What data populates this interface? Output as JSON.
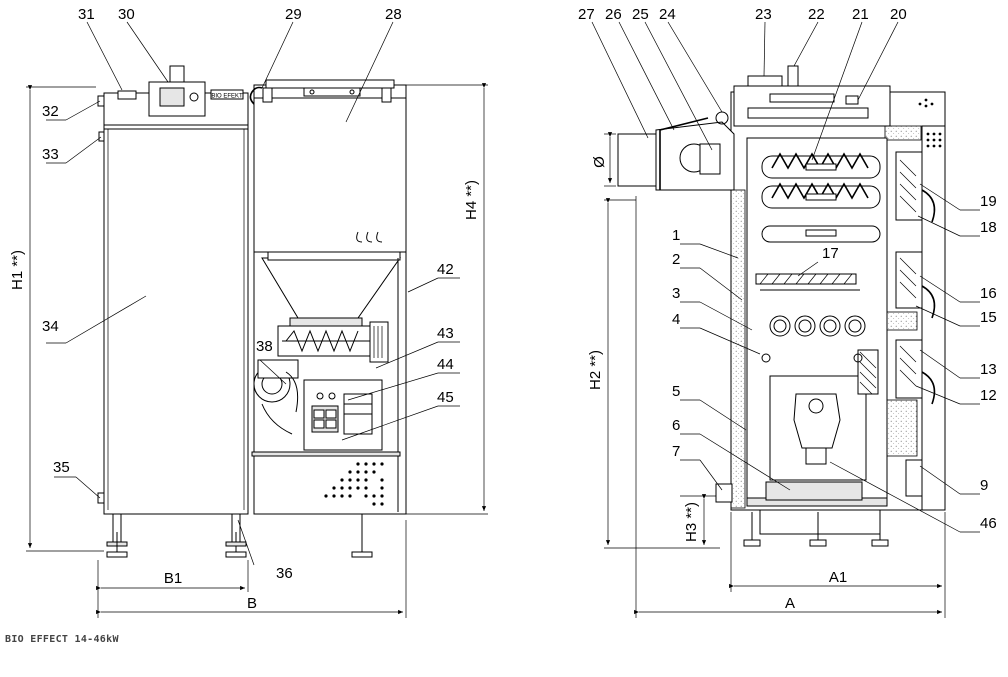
{
  "caption": "BIO EFFECT 14-46kW",
  "brand_plate": "BIO EFEKT",
  "dimensions": {
    "A": "A",
    "A1": "A1",
    "B": "B",
    "B1": "B1",
    "H1": "H1 **)",
    "H2": "H2 **)",
    "H3": "H3 **)",
    "H4": "H4 **)",
    "diameter": "Ø"
  },
  "callouts_front": [
    "31",
    "30",
    "29",
    "28",
    "32",
    "33",
    "34",
    "35",
    "36",
    "38",
    "42",
    "43",
    "44",
    "45"
  ],
  "callouts_section": [
    "27",
    "26",
    "25",
    "24",
    "23",
    "22",
    "21",
    "20",
    "1",
    "2",
    "3",
    "4",
    "5",
    "6",
    "7",
    "17",
    "19",
    "18",
    "16",
    "15",
    "13",
    "12",
    "9",
    "46"
  ]
}
